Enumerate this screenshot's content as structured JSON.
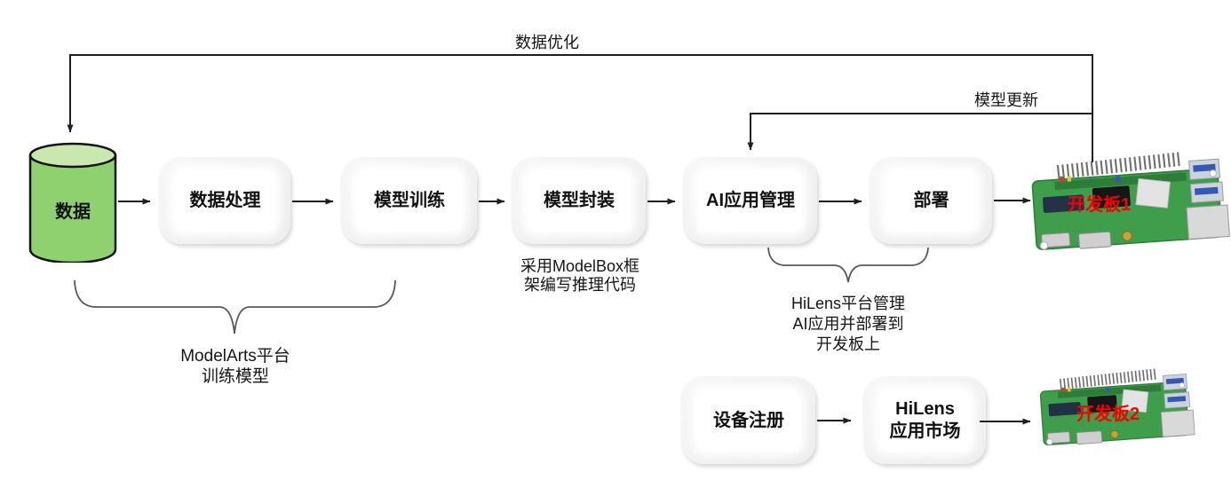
{
  "diagram": {
    "feedback_labels": {
      "data_optimization": "数据优化",
      "model_update": "模型更新"
    },
    "cylinder": {
      "label": "数据",
      "body_color": "#8fd06f",
      "top_color": "#cbe7b0",
      "outline_color": "#141414"
    },
    "main_flow": [
      {
        "label": "数据处理"
      },
      {
        "label": "模型训练"
      },
      {
        "label": "模型封装"
      },
      {
        "label": "AI应用管理"
      },
      {
        "label": "部署"
      }
    ],
    "bottom_flow": {
      "device_register": {
        "label": "设备注册"
      },
      "hilens_market": {
        "label_line1": "HiLens",
        "label_line2": "应用市场"
      }
    },
    "annotations": {
      "modelbox_line1": "采用ModelBox框",
      "modelbox_line2": "架编写推理代码",
      "hilens_line1": "HiLens平台管理",
      "hilens_line2": "AI应用并部署到",
      "hilens_line3": "开发板上",
      "modelarts_line1": "ModelArts平台",
      "modelarts_line2": "训练模型"
    },
    "boards": [
      {
        "label": "开发板1"
      },
      {
        "label": "开发板2"
      }
    ],
    "colors": {
      "arrow_line": "#1f1f1f",
      "brace": "#595959",
      "board_label_red": "#fb0000",
      "pcb_green": "#3f9e4b",
      "node_fill": "#f0f0f0",
      "node_inner": "#ffffff"
    }
  }
}
